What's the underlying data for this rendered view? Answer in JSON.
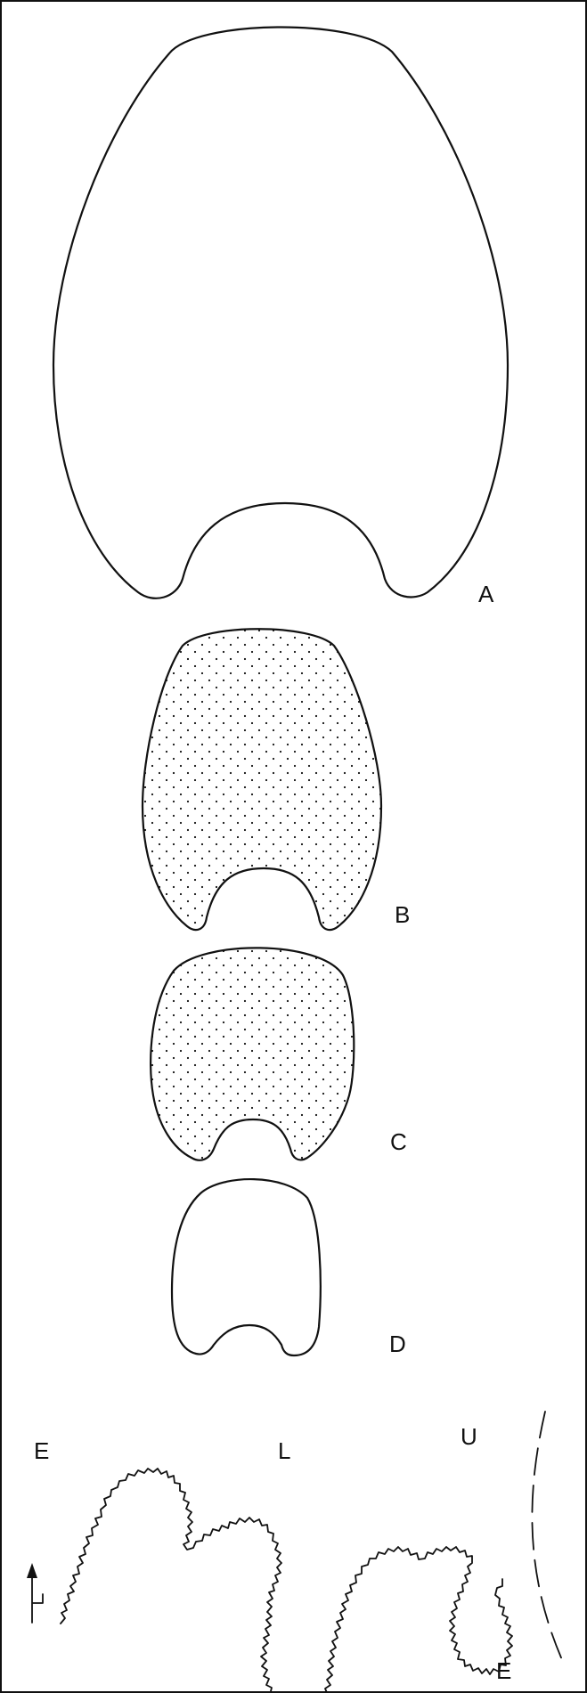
{
  "figure": {
    "panel_labels": {
      "a": "A",
      "b": "B",
      "c": "C",
      "d": "D",
      "e": "E"
    },
    "suture_labels": {
      "external": "E",
      "lateral": "L",
      "umbilical": "U"
    }
  }
}
